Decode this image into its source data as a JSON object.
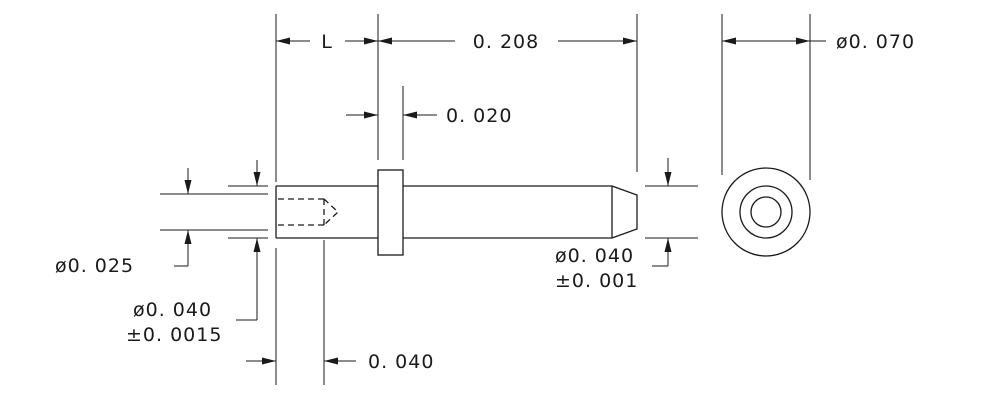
{
  "drawing": {
    "dim_L": "L",
    "dim_length": "0. 208",
    "dim_flange_dia": "ø0. 070",
    "dim_flange_thickness": "0. 020",
    "dim_hole_dia": "ø0. 025",
    "dim_body_dia": "ø0. 040",
    "dim_body_tol": "±0. 0015",
    "dim_tip_dia": "ø0. 040",
    "dim_tip_tol": "±0. 001",
    "dim_hole_depth": "0. 040"
  }
}
